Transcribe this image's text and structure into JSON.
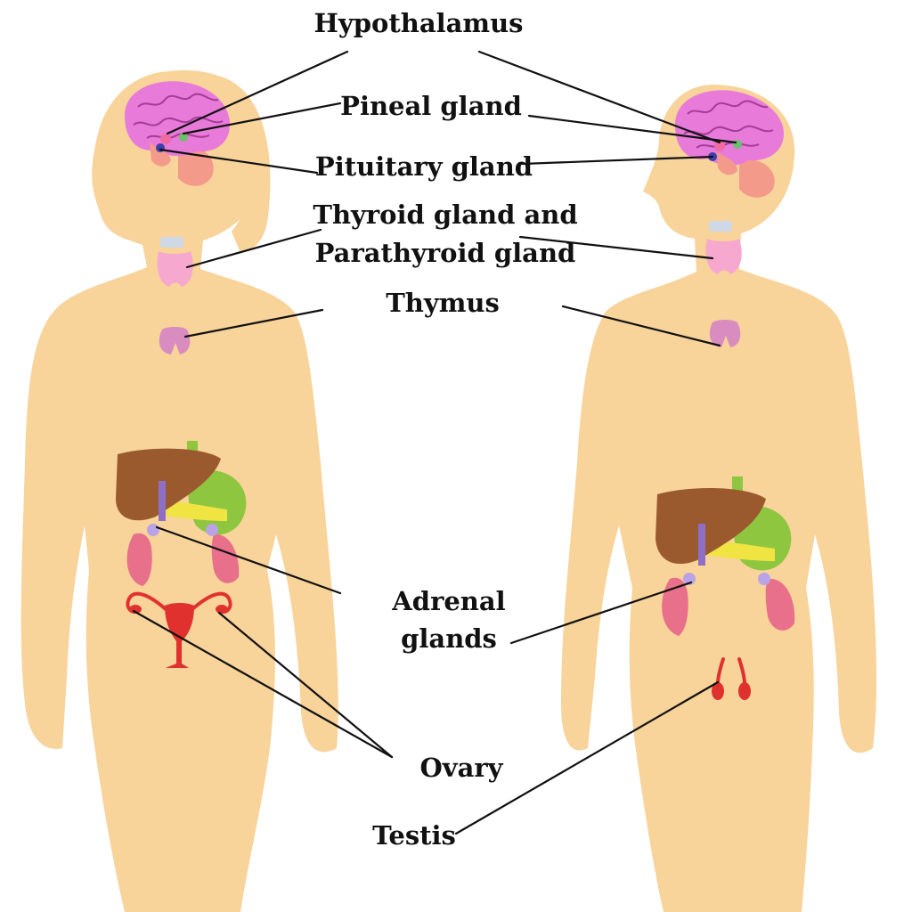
{
  "colors": {
    "skin": "#f8d39a",
    "brain": "#e87ad9",
    "brain_line": "#a63b97",
    "cerebellum": "#f39a8a",
    "hypothalamus": "#f06ba4",
    "pituitary": "#3b3fa8",
    "pineal": "#6cc06a",
    "thyroid": "#f7a8cf",
    "thymus": "#d98cc0",
    "liver": "#9a5a2e",
    "stomach": "#8ec63f",
    "pancreas": "#f0e442",
    "kidney": "#e8708a",
    "adrenal": "#b9a3e6",
    "reproductive": "#e0312f",
    "label_text": "#111111",
    "leader_line": "#111111"
  },
  "labels": {
    "hypothalamus": "Hypothalamus",
    "pineal": "Pineal gland",
    "pituitary": "Pituitary gland",
    "thyroid_line1": "Thyroid gland and",
    "thyroid_line2": "Parathyroid gland",
    "thymus": "Thymus",
    "adrenal_line1": "Adrenal",
    "adrenal_line2": "glands",
    "ovary": "Ovary",
    "testis": "Testis"
  },
  "figures": {
    "female": "female-body-silhouette",
    "male": "male-body-silhouette"
  }
}
